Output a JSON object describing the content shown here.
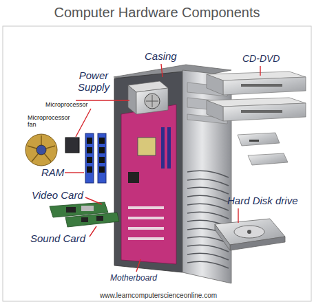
{
  "diagram": {
    "title": "Computer Hardware Components",
    "labels": [
      "Casing",
      "CD-DVD",
      "Power Supply",
      "Microprocessor",
      "Microprocessor fan",
      "RAM",
      "Video Card",
      "Sound Card",
      "Hard Disk drive",
      "Motherboard",
      "www.learncomputerscienceonline.com"
    ]
  }
}
